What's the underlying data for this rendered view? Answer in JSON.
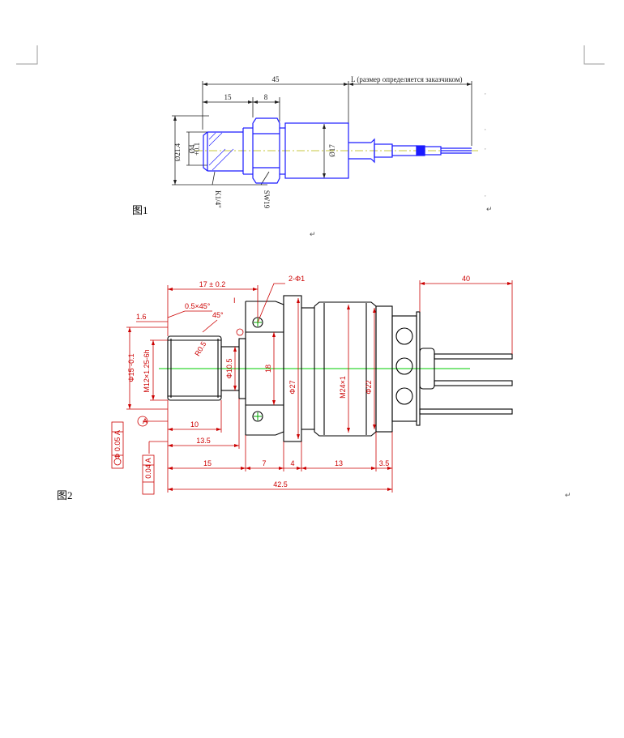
{
  "figure1": {
    "caption": "图1",
    "dims": {
      "d45": "45",
      "dL": "L (размер определяется заказчиком)",
      "d15": "15",
      "d8": "8",
      "d214": "Ø21.4",
      "d4": "Ø4",
      "d4tol": "+0.1",
      "d17": "Ø17",
      "k14": "K1/4\"",
      "sw19": "SW19"
    },
    "colors": {
      "part": "#1a1aff",
      "dim": "#222222",
      "center": "#b5b500"
    }
  },
  "figure2": {
    "caption": "图2",
    "dims": {
      "d17": "17 ± 0.2",
      "hole": "2-Φ1",
      "d40": "40",
      "d16": "1.6",
      "chamfer": "0.5×45°",
      "ang45": "45°",
      "mark1": "I",
      "d15": "Φ15 -0.1",
      "thread": "M12×1.25-6h",
      "r05": "R0.5",
      "d105": "Φ10.5",
      "d18": "18",
      "d27": "Φ27",
      "m24": "M24×1",
      "d22": "Φ22",
      "tol1": "Φ 0.05 A",
      "datum": "A",
      "d10": "10",
      "d135": "13.5",
      "tol2": "0.04 A",
      "b15": "15",
      "b7": "7",
      "b4": "4",
      "b13": "13",
      "b35": "3.5",
      "b425": "42.5"
    },
    "colors": {
      "dim": "#cc0000",
      "center": "#00cc00",
      "part": "#000000"
    }
  },
  "marks": {
    "para": "↵"
  }
}
